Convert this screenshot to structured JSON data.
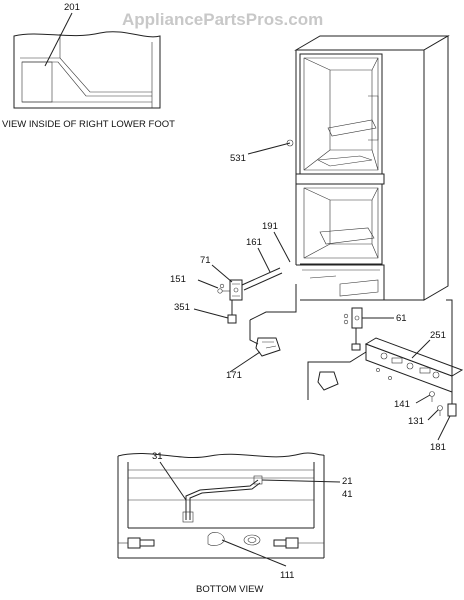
{
  "watermark": "AppliancePartsPros.com",
  "captions": {
    "foot_view": "VIEW INSIDE OF RIGHT LOWER FOOT",
    "bottom_view": "BOTTOM VIEW"
  },
  "callouts": {
    "c201": "201",
    "c531": "531",
    "c191": "191",
    "c161": "161",
    "c71": "71",
    "c151": "151",
    "c351": "351",
    "c61": "61",
    "c171": "171",
    "c251": "251",
    "c141": "141",
    "c131": "131",
    "c181": "181",
    "c31": "31",
    "c21": "21",
    "c41": "41",
    "c111": "111"
  }
}
